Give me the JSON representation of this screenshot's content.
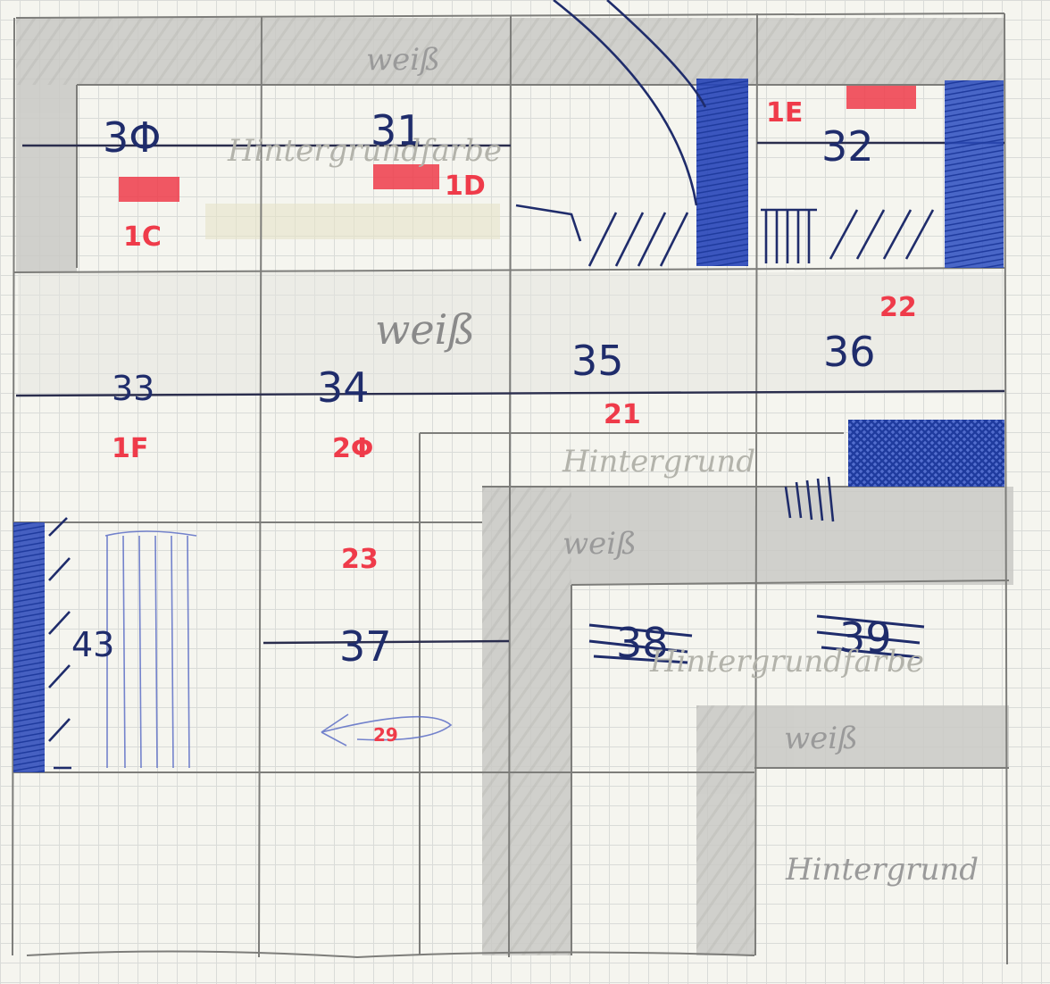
{
  "labels": {
    "n30": "3Φ",
    "n31": "31",
    "n32": "32",
    "n33": "33",
    "n34": "34",
    "n35": "35",
    "n36": "36",
    "n37": "37",
    "n38": "38",
    "n39": "39",
    "n43": "43"
  },
  "red_labels": {
    "r1c": "1C",
    "r1d": "1D",
    "r1e": "1E",
    "r1f": "1F",
    "r20": "2Φ",
    "r21": "21",
    "r22": "22",
    "r23": "23",
    "r29": "29"
  },
  "words": {
    "weiss_top": "weiß",
    "weiss_mid": "weiß",
    "weiss_lower": "weiß",
    "weiss_bottom": "weiß",
    "hintergrundfarbe_top": "Hintergrundfarbe",
    "hintergrund_mid": "Hintergrund",
    "hintergrundfarbe_lower": "Hintergrundfarbe",
    "hintergrund_bottom": "Hintergrund"
  },
  "colors": {
    "paper": "#f5f5ef",
    "grid": "#d9dbd8",
    "pencil_gray": "#c8c8c4",
    "ink_blue": "#1f3b9e",
    "marker_red": "#ef3b4a"
  }
}
